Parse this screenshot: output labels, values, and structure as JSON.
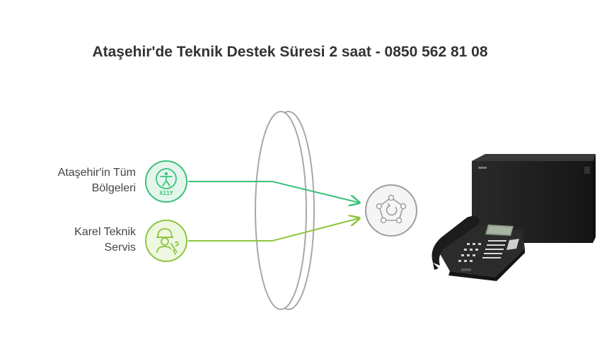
{
  "title": "Ataşehir'de Teknik Destek Süresi 2 saat - 0850 562 81 08",
  "inputs": [
    {
      "line1": "Ataşehir'in Tüm",
      "line2": "Bölgeleri",
      "icon": "accessibility-a11y-icon",
      "color": "#3cc17a"
    },
    {
      "line1": "Karel Teknik",
      "line2": "Servis",
      "icon": "technician-wrench-icon",
      "color": "#8dc63f"
    }
  ],
  "output": {
    "icon": "cycle-pentagon-icon",
    "color": "#9e9e9e"
  },
  "lens": {
    "color": "#a8a8a8"
  }
}
